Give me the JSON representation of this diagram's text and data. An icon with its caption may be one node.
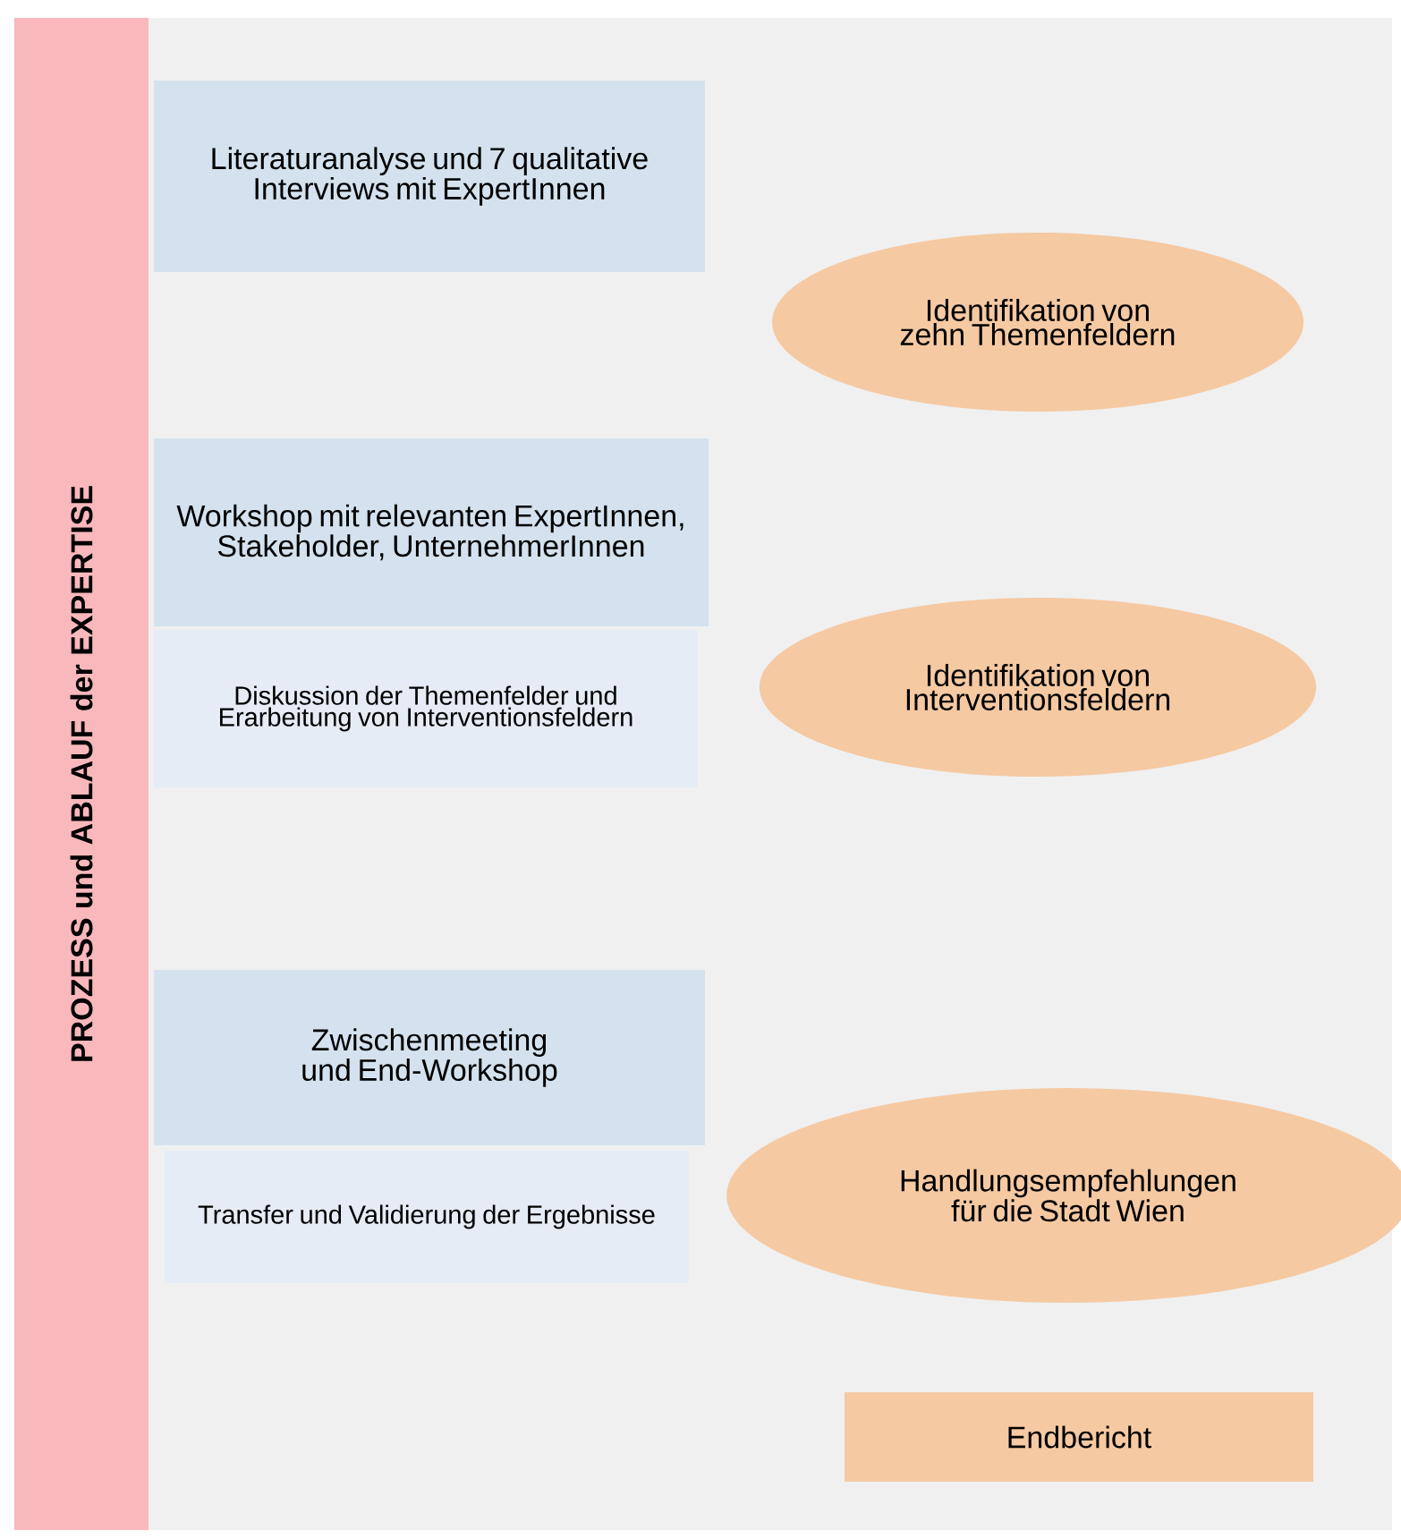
{
  "diagram": {
    "nodes": [
      {
        "text": [
          "PROZESS und ABLAUF der EXPERTISE"
        ]
      },
      {
        "text": [
          "Literaturanalyse und 7 qualitative Interviews mit ExpertInnen"
        ]
      },
      {
        "text": [
          "Identifikation von zehn Themenfeldern"
        ]
      },
      {
        "text": [
          "Workshop mit relevanten ExpertInnen, Stakeholder, UnternehmerInnen"
        ]
      },
      {
        "text": [
          "Diskussion der Themenfelder und Erarbeitung von Interventionsfeldern"
        ]
      },
      {
        "text": [
          "Identifikation von Interventionsfeldern"
        ]
      },
      {
        "text": [
          "Zwischenmeeting und End-Workshop"
        ]
      },
      {
        "text": [
          "Transfer und Validierung  der Ergebnisse"
        ]
      },
      {
        "text": [
          "Handlungsempfehlungen für die Stadt Wien"
        ]
      },
      {
        "text": [
          "Endbericht"
        ]
      }
    ]
  }
}
